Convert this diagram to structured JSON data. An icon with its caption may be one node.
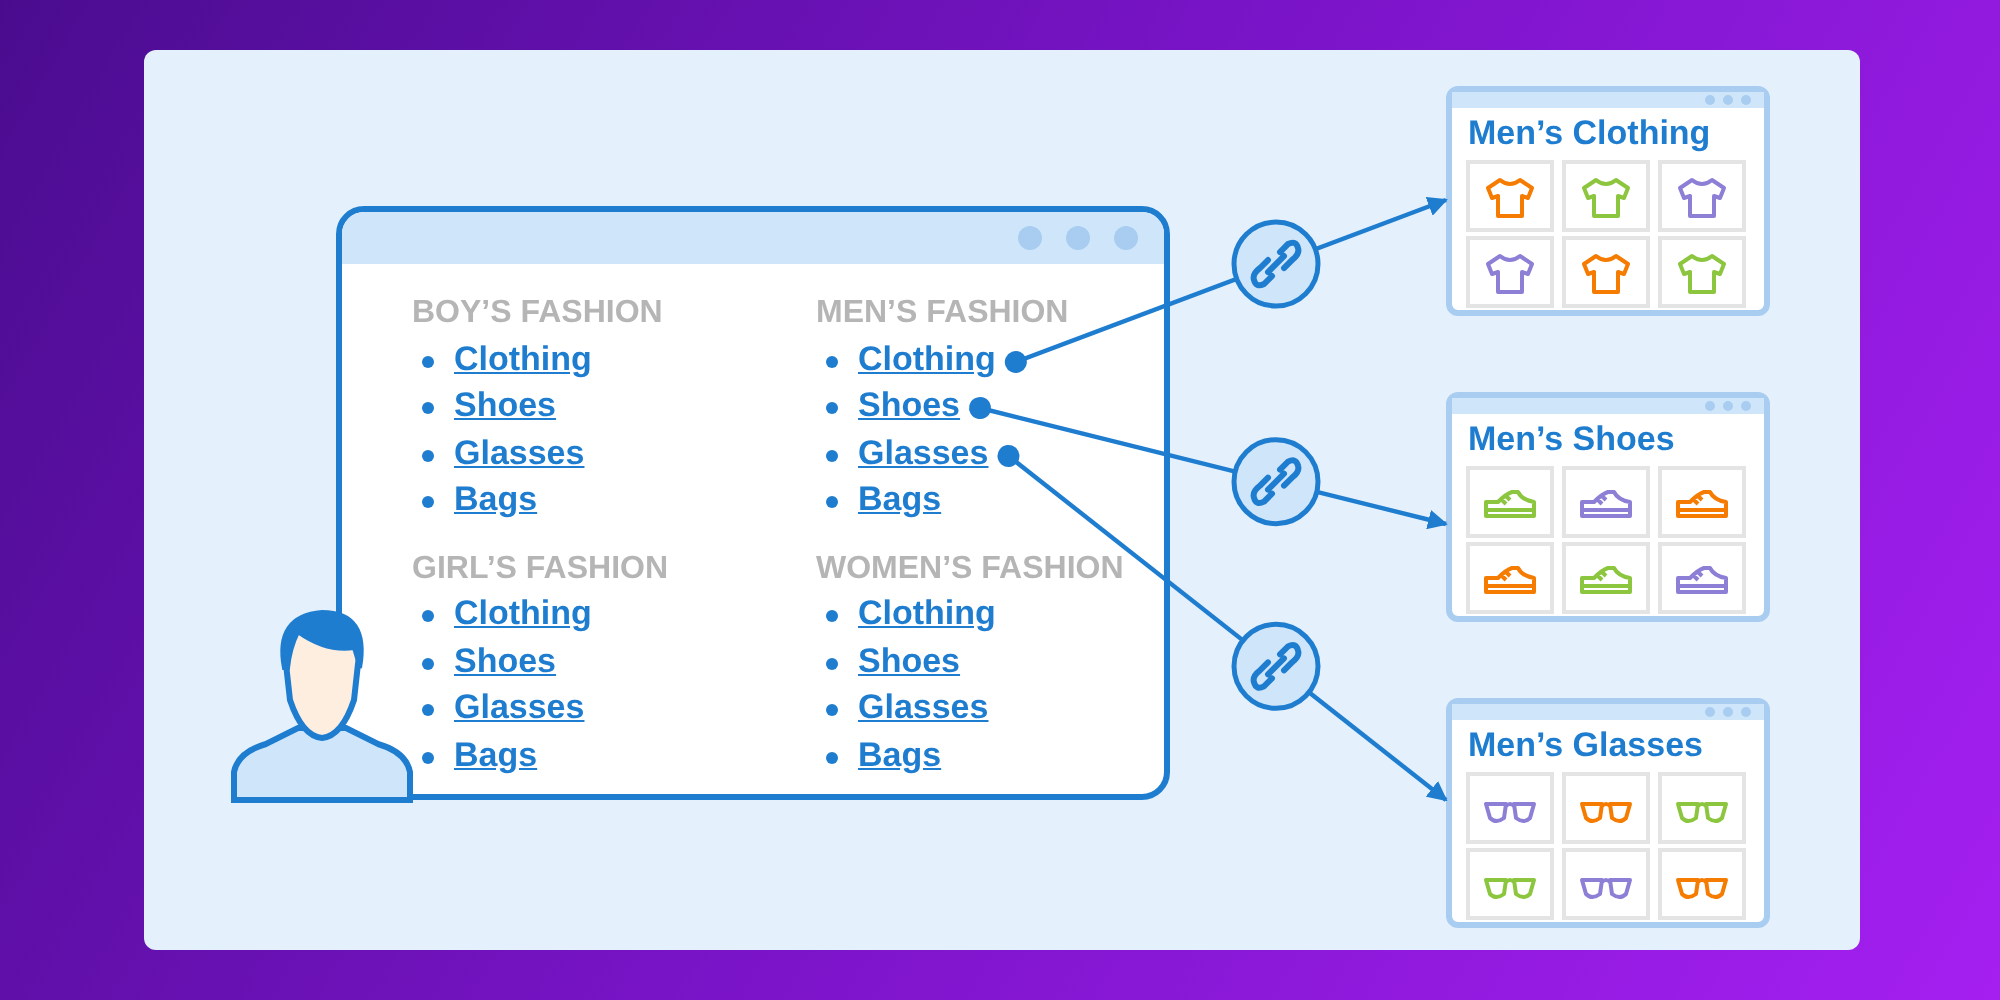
{
  "diagram": {
    "nodes": [
      {
        "text": [],
        "shape": "box"
      },
      {
        "text": [
          "Clothing"
        ],
        "in": 0
      },
      {
        "text": [
          "Shoes"
        ],
        "in": 0
      },
      {
        "text": [
          "Glasses"
        ],
        "in": 0
      },
      {
        "text": [
          "Men’s Clothing"
        ]
      },
      {
        "text": [
          "Men’s Shoes"
        ]
      },
      {
        "text": [
          "Men’s Glasses"
        ]
      }
    ],
    "edges": [
      {
        "from": 1,
        "to": 4,
        "arrow": "to"
      },
      {
        "from": 2,
        "to": 5,
        "arrow": "to"
      },
      {
        "from": 3,
        "to": 6,
        "arrow": "to"
      }
    ],
    "labels": [
      "BOY’S FASHION",
      "Clothing",
      "Shoes",
      "Glasses",
      "Bags",
      "MEN’S FASHION",
      "Bags",
      "GIRL’S FASHION",
      "Clothing",
      "Shoes",
      "Glasses",
      "Bags",
      "WOMEN’S FASHION",
      "Clothing",
      "Shoes",
      "Glasses",
      "Bags"
    ]
  }
}
